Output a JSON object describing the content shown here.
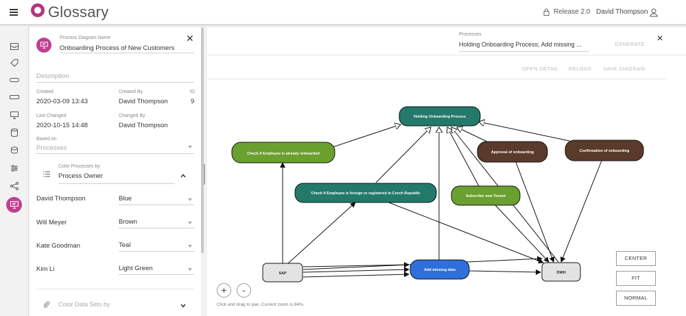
{
  "app": {
    "title": "Glossary",
    "release": "Release 2.0",
    "user": "David Thompson",
    "brand_color": "#b3357f"
  },
  "panel": {
    "name_label": "Process Diagram Name",
    "name_value": "Onboarding Process of New Customers",
    "description_placeholder": "Description",
    "created_label": "Created",
    "created_value": "2020-03-09 13:43",
    "created_by_label": "Created By",
    "created_by_value": "David Thompson",
    "id_label": "ID",
    "id_value": "9",
    "last_changed_label": "Last Changed",
    "last_changed_value": "2020-10-15 14:48",
    "changed_by_label": "Changed By",
    "changed_by_value": "David Thompson",
    "based_on_label": "Based on",
    "based_on_placeholder": "Processes",
    "color_processes_label": "Color Processes by",
    "color_processes_value": "Process Owner",
    "owners": [
      {
        "name": "David Thompson",
        "color": "Blue"
      },
      {
        "name": "Will Meyer",
        "color": "Brown"
      },
      {
        "name": "Kate Goodman",
        "color": "Teal"
      },
      {
        "name": "Kim Li",
        "color": "Light Green"
      }
    ],
    "color_datasets_label": "Color Data Sets by"
  },
  "main": {
    "processes_label": "Processes",
    "processes_value": "Holding Onboarding Process; Add missing ...",
    "generate": "GENERATE",
    "open_detail": "OPEN DETAIL",
    "reload": "RELOAD",
    "save_diagram": "SAVE DIAGRAM",
    "zoom_in": "+",
    "zoom_out": "-",
    "hint": "Click and drag to pan. Current zoom is 84%.",
    "center": "CENTER",
    "fit": "FIT",
    "normal": "NORMAL"
  },
  "diagram": {
    "colors": {
      "teal": "#237a6a",
      "green": "#6aa02e",
      "brown": "#5a3a2a",
      "blue": "#2f6fdc",
      "gray": "#e3e3e3"
    },
    "nodes": {
      "holding": "Holding Onboarding Process",
      "check_onboarded": "Check if Employee is already onboarded",
      "approval": "Approval of onboarding",
      "confirmation": "Confirmation of onboarding",
      "check_foreign": "Check if Employee is foreign or registered in Czech Republic",
      "subscribe": "Subscribe new Tenant",
      "sap": "SAP",
      "add_missing": "Add missing data",
      "dwh": "DWH"
    }
  }
}
